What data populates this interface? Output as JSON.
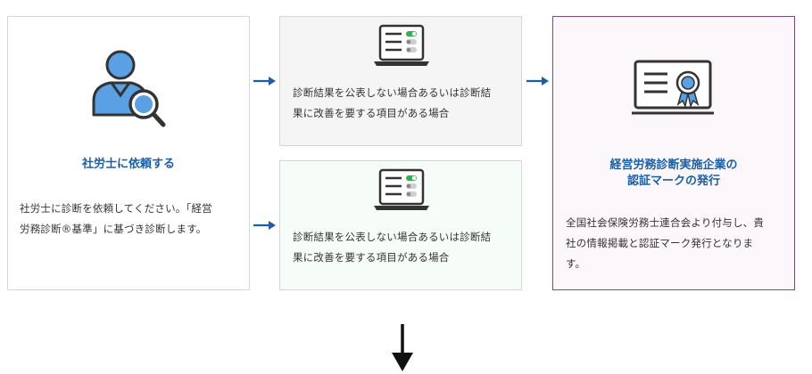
{
  "colors": {
    "accent": "#1a5ea8",
    "person_fill": "#5aa0e4",
    "dark_stroke": "#333333",
    "toggle_on": "#2bb34a",
    "toggle_off": "#cfcfcf",
    "right_border": "#7e4a83"
  },
  "left_card": {
    "icon": "person-magnifier-icon",
    "title": "社労士に依頼する",
    "desc_line1": "社労士に診断を依頼してください。「経営",
    "desc_line2": "労務診断®基準」に基づき診断します。"
  },
  "middle_top_card": {
    "icon": "laptop-checklist-icon",
    "desc_line1": "診断結果を公表しない場合あるいは診断結",
    "desc_line2": "果に改善を要する項目がある場合"
  },
  "middle_bottom_card": {
    "icon": "laptop-checklist-icon",
    "desc_line1": "診断結果を公表しない場合あるいは診断結",
    "desc_line2": "果に改善を要する項目がある場合"
  },
  "right_card": {
    "icon": "certificate-icon",
    "title_line1": "経営労務診断実施企業の",
    "title_line2": "認証マークの発行",
    "desc_line1": "全国社会保険労務士連合会より付与し、貴",
    "desc_line2": "社の情報掲載と認証マーク発行となりま",
    "desc_line3": "す。"
  }
}
